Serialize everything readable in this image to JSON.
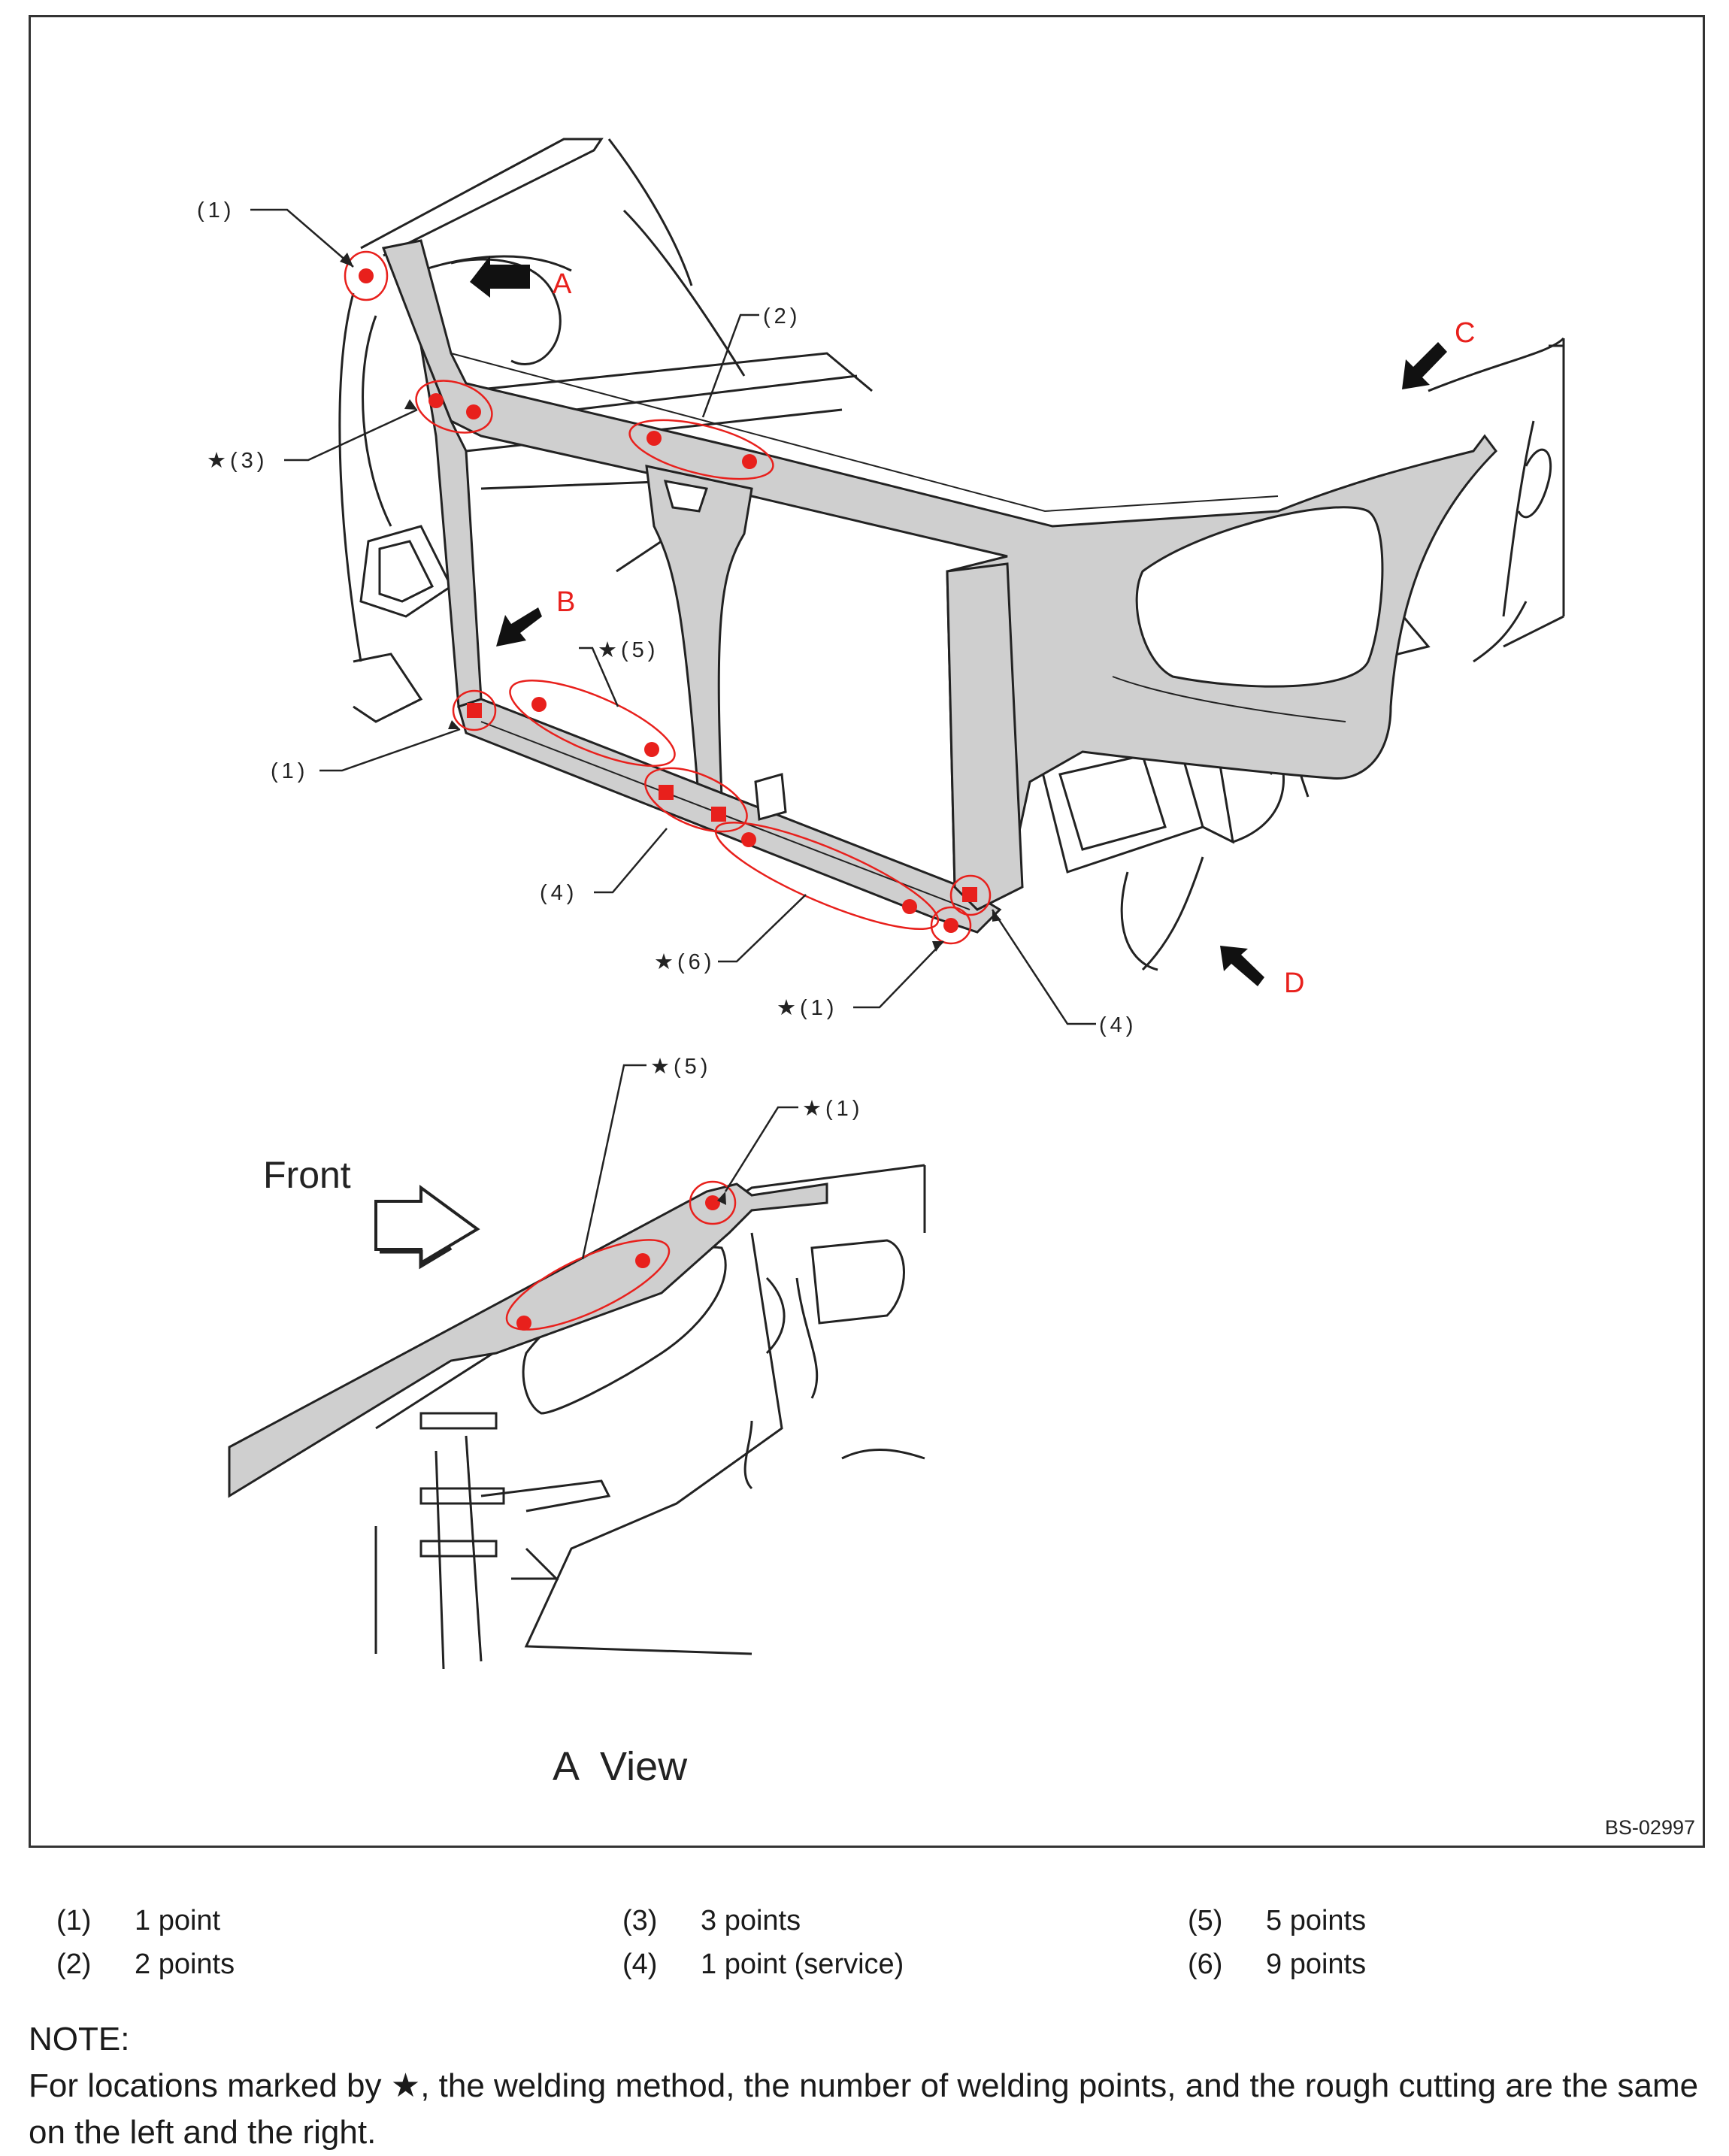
{
  "figure": {
    "code": "BS-02997",
    "callouts": {
      "c1_top": "(1)",
      "c2": "(2)",
      "c3_star": "★(3)",
      "c5_star_mid": "★(5)",
      "c1_left": "(1)",
      "c4_left": "(4)",
      "c6_star": "★(6)",
      "c1_star_bottom": "★(1)",
      "c4_right": "(4)",
      "c5_star_view": "★(5)",
      "c1_star_view": "★(1)"
    },
    "view_letters": {
      "a": "A",
      "b": "B",
      "c": "C",
      "d": "D"
    },
    "front_label": "Front",
    "view_title": "A  View",
    "colors": {
      "weld_point": "#e8201c",
      "outline": "#222222",
      "panel_fill": "#cfcfcf",
      "frame": "#333333"
    }
  },
  "legend": [
    {
      "num": "(1)",
      "text": "1 point"
    },
    {
      "num": "(2)",
      "text": "2 points"
    },
    {
      "num": "(3)",
      "text": "3 points"
    },
    {
      "num": "(4)",
      "text": "1 point (service)"
    },
    {
      "num": "(5)",
      "text": "5 points"
    },
    {
      "num": "(6)",
      "text": "9 points"
    }
  ],
  "note": {
    "title": "NOTE:",
    "text": "For locations marked by ★, the welding method, the number of welding points, and the rough cutting are the same on the left and the right."
  }
}
